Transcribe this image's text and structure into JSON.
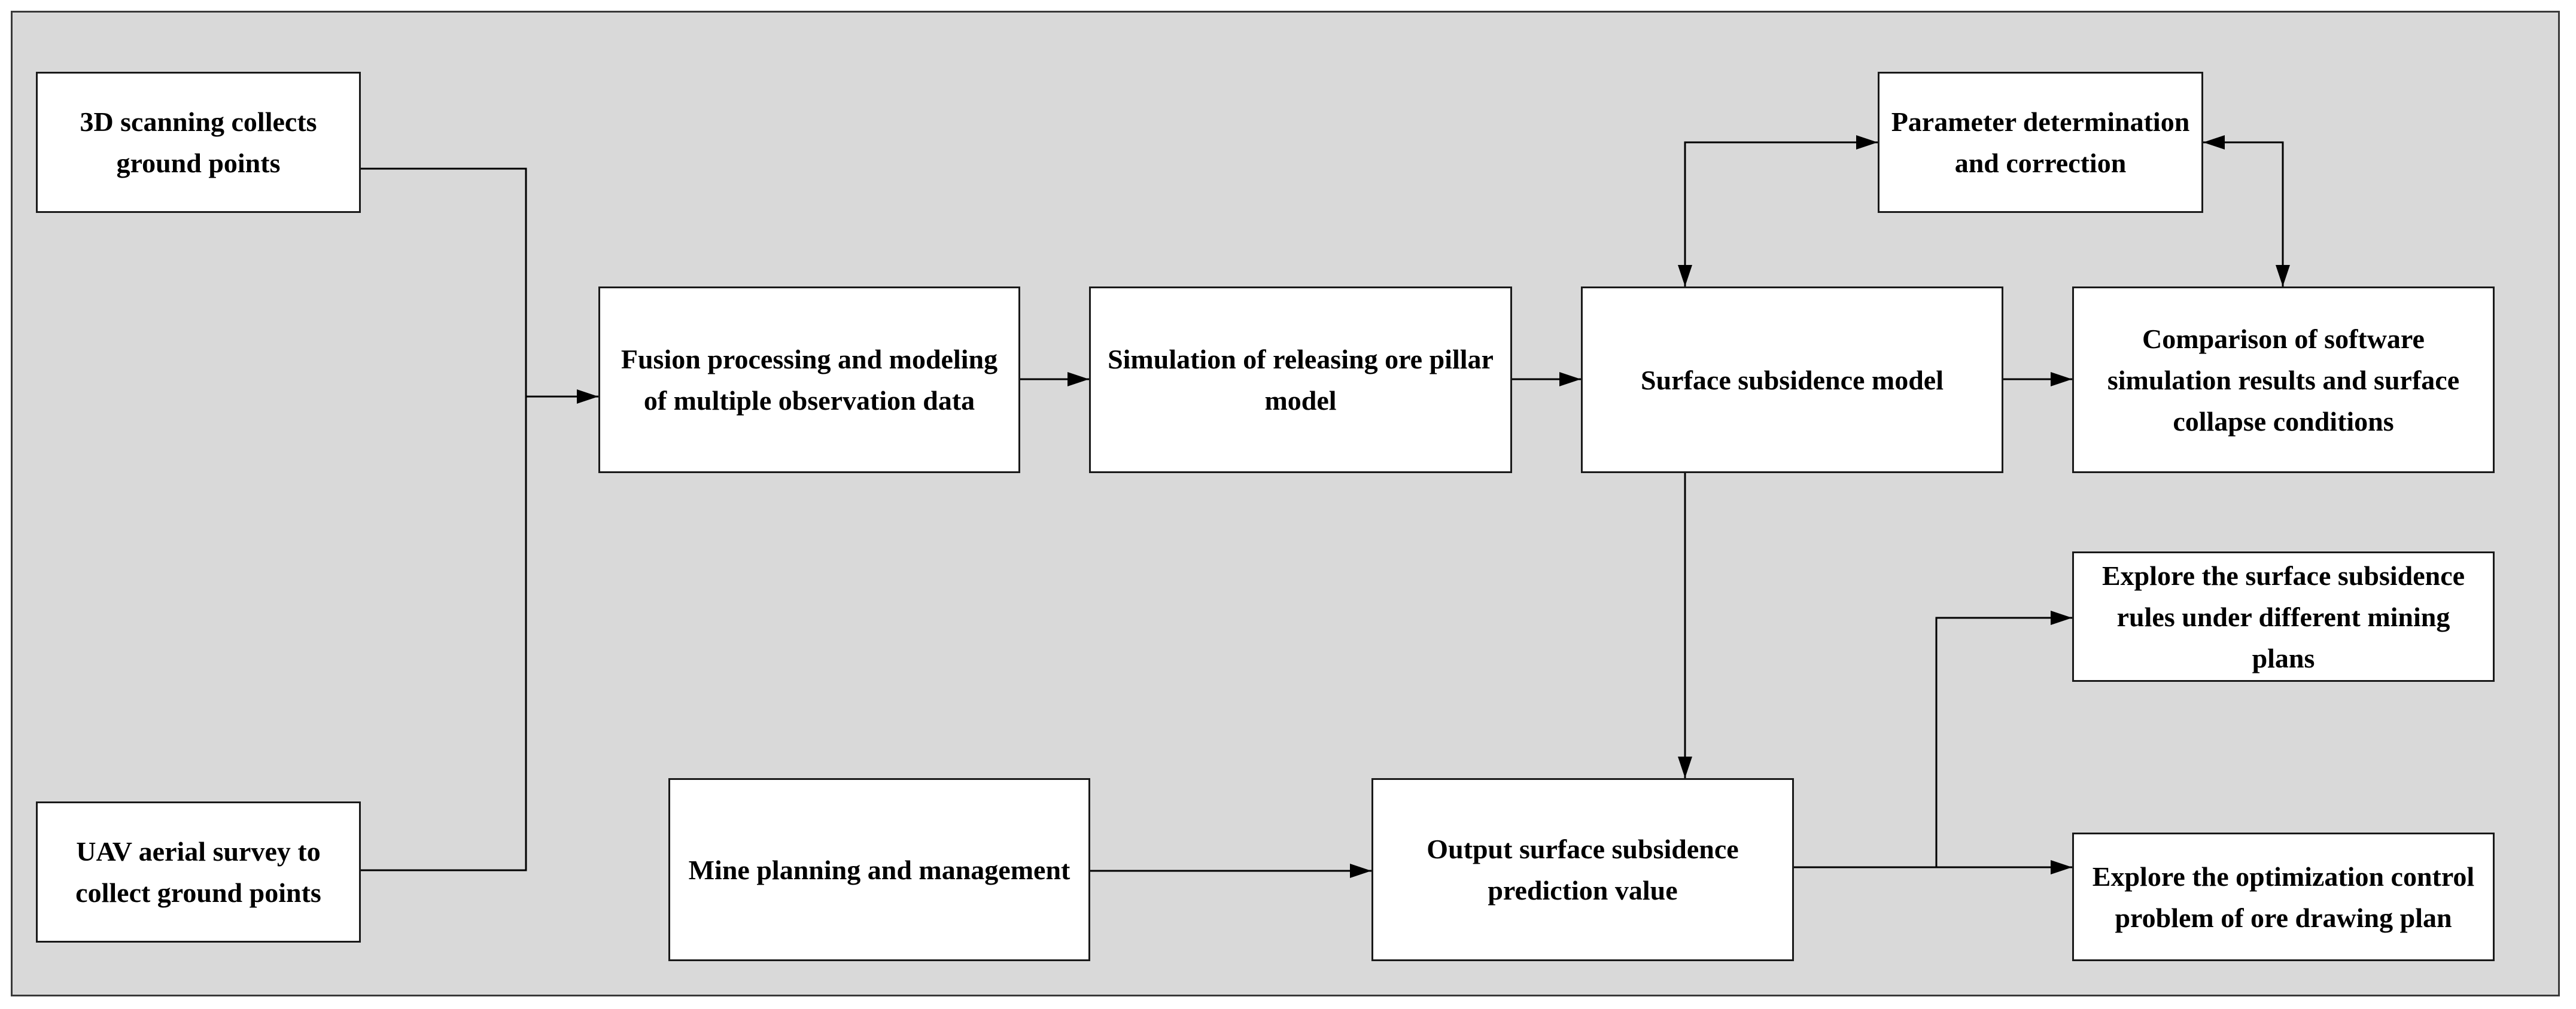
{
  "diagram": {
    "nodes": {
      "scan_3d": "3D scanning collects ground points",
      "uav_survey": "UAV aerial survey to collect ground points",
      "fusion": "Fusion processing and modeling of multiple observation data",
      "simulation": "Simulation of releasing ore pillar model",
      "surface_model": "Surface subsidence model",
      "parameter": "Parameter determination and correction",
      "comparison": "Comparison of software simulation results and surface collapse conditions",
      "mine_planning": "Mine planning and management",
      "output_value": "Output surface subsidence prediction value",
      "explore_rules": "Explore the surface subsidence rules under different mining plans",
      "explore_optimization": "Explore the optimization control problem of ore drawing plan"
    }
  }
}
